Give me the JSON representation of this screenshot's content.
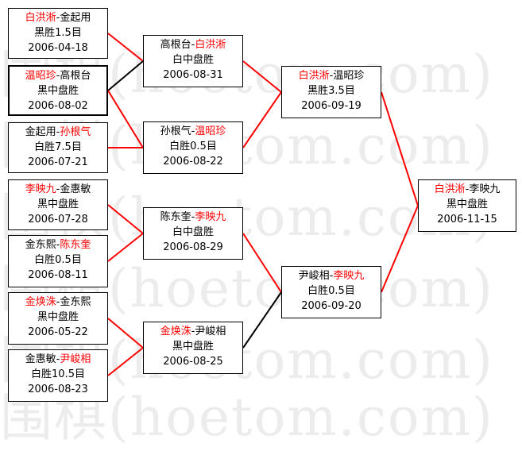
{
  "watermark": "(hoetom.com)",
  "watermark_prefix": "围棋",
  "colors": {
    "win_line": "#ff0000",
    "loss_line": "#000000",
    "winner_text": "#ff0000"
  },
  "matches": [
    {
      "id": "r1m1",
      "p1": "白洪淅",
      "p2": "金起用",
      "winner": 1,
      "result": "黑胜1.5目",
      "date": "2006-04-18"
    },
    {
      "id": "r1m2",
      "p1": "温昭珍",
      "p2": "高根台",
      "winner": 1,
      "result": "黑中盘胜",
      "date": "2006-08-02"
    },
    {
      "id": "r1m3",
      "p1": "金起用",
      "p2": "孙根气",
      "winner": 2,
      "result": "白胜7.5目",
      "date": "2006-07-21"
    },
    {
      "id": "r1m4",
      "p1": "李映九",
      "p2": "金惠敏",
      "winner": 1,
      "result": "黑中盘胜",
      "date": "2006-07-28"
    },
    {
      "id": "r1m5",
      "p1": "金东熙",
      "p2": "陈东奎",
      "winner": 2,
      "result": "白胜0.5目",
      "date": "2006-08-11"
    },
    {
      "id": "r1m6",
      "p1": "金焕洙",
      "p2": "金东熙",
      "winner": 1,
      "result": "黑中盘胜",
      "date": "2006-05-22"
    },
    {
      "id": "r1m7",
      "p1": "金惠敏",
      "p2": "尹峻相",
      "winner": 2,
      "result": "白胜10.5目",
      "date": "2006-08-23"
    },
    {
      "id": "r2m1",
      "p1": "高根台",
      "p2": "白洪淅",
      "winner": 2,
      "result": "白中盘胜",
      "date": "2006-08-31"
    },
    {
      "id": "r2m2",
      "p1": "孙根气",
      "p2": "温昭珍",
      "winner": 2,
      "result": "白胜0.5目",
      "date": "2006-08-22"
    },
    {
      "id": "r2m3",
      "p1": "陈东奎",
      "p2": "李映九",
      "winner": 2,
      "result": "白中盘胜",
      "date": "2006-08-29"
    },
    {
      "id": "r2m4",
      "p1": "金焕洙",
      "p2": "尹峻相",
      "winner": 1,
      "result": "黑中盘胜",
      "date": "2006-08-25"
    },
    {
      "id": "r3m1",
      "p1": "白洪淅",
      "p2": "温昭珍",
      "winner": 1,
      "result": "黑胜3.5目",
      "date": "2006-09-19"
    },
    {
      "id": "r3m2",
      "p1": "尹峻相",
      "p2": "李映九",
      "winner": 2,
      "result": "白胜0.5目",
      "date": "2006-09-20"
    },
    {
      "id": "final",
      "p1": "白洪淅",
      "p2": "李映九",
      "winner": 1,
      "result": "黑中盘胜",
      "date": "2006-11-15"
    }
  ],
  "connections": [
    {
      "from": "r1m1",
      "to": "r2m1",
      "win": true
    },
    {
      "from": "r1m2",
      "to": "r2m1",
      "win": false
    },
    {
      "from": "r1m2",
      "to": "r2m2",
      "win": true
    },
    {
      "from": "r1m3",
      "to": "r2m2",
      "win": true
    },
    {
      "from": "r1m4",
      "to": "r2m3",
      "win": true
    },
    {
      "from": "r1m5",
      "to": "r2m3",
      "win": true
    },
    {
      "from": "r1m6",
      "to": "r2m4",
      "win": true
    },
    {
      "from": "r1m7",
      "to": "r2m4",
      "win": true
    },
    {
      "from": "r2m1",
      "to": "r3m1",
      "win": true
    },
    {
      "from": "r2m2",
      "to": "r3m1",
      "win": true
    },
    {
      "from": "r2m3",
      "to": "r3m2",
      "win": true
    },
    {
      "from": "r2m4",
      "to": "r3m2",
      "win": false
    },
    {
      "from": "r3m1",
      "to": "final",
      "win": true
    },
    {
      "from": "r3m2",
      "to": "final",
      "win": true
    }
  ]
}
